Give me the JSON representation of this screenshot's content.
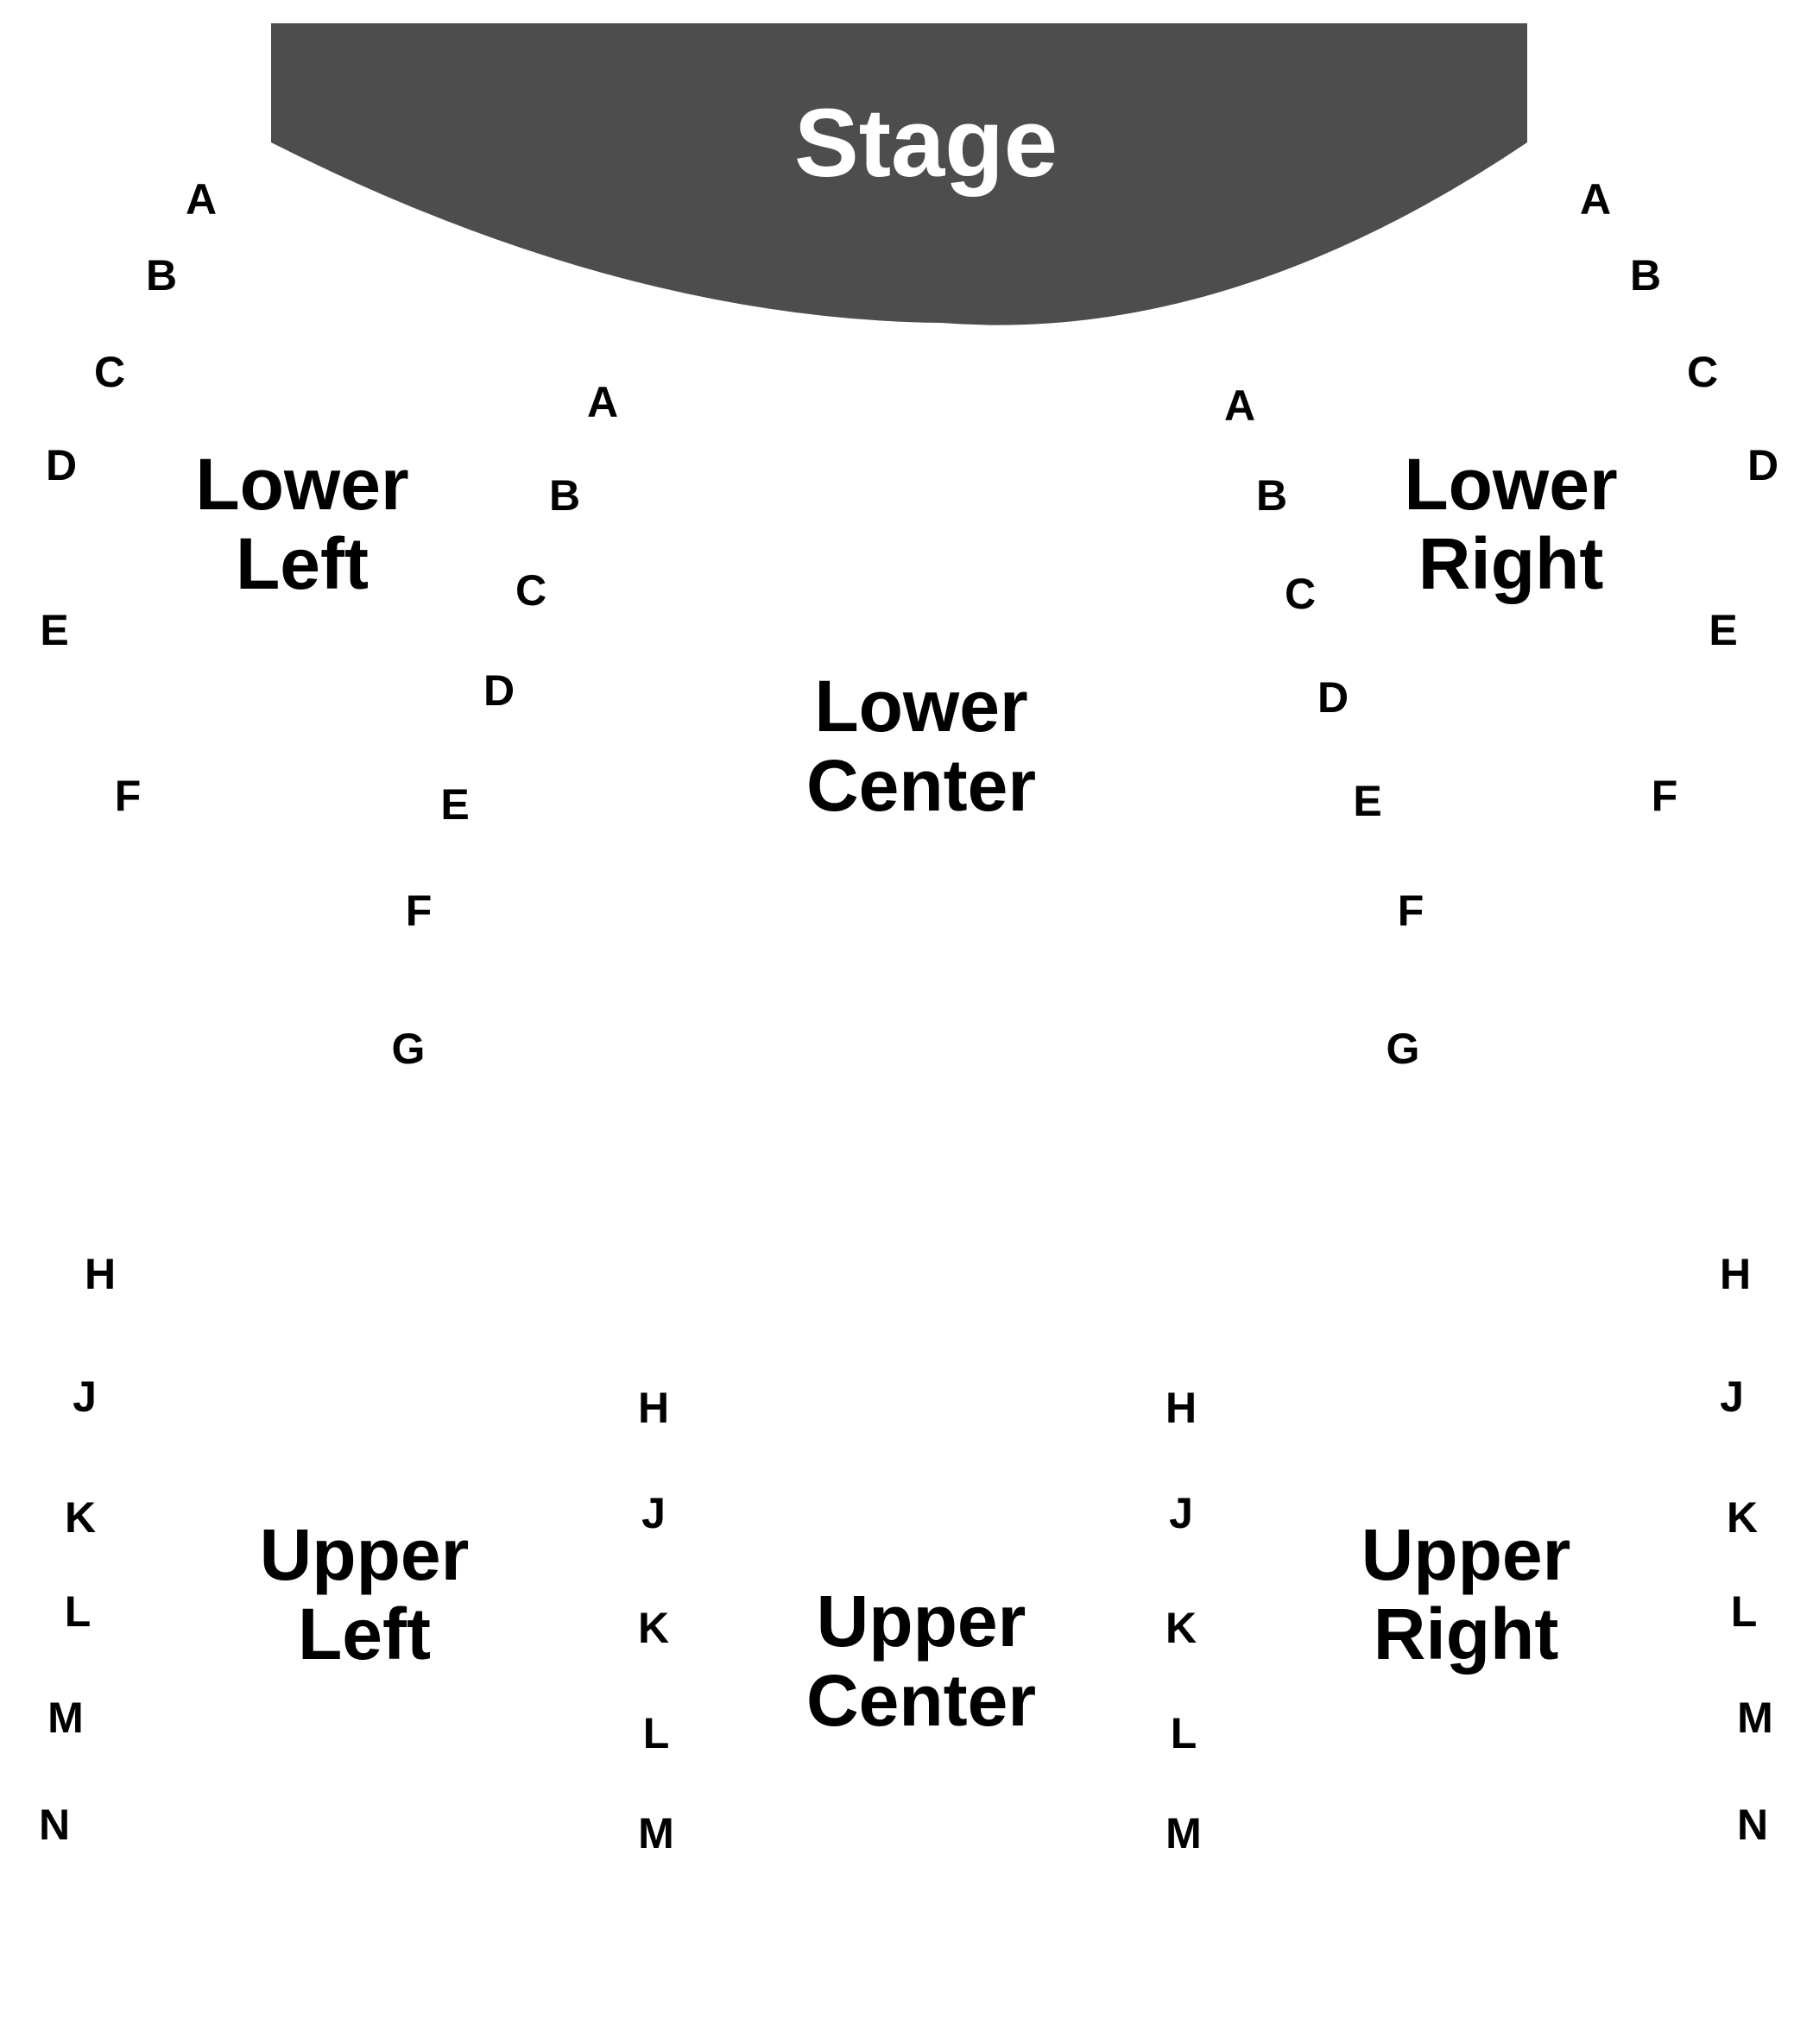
{
  "stage": {
    "label": "Stage",
    "color": "#4d4d4d"
  },
  "sections": {
    "lower_left": {
      "line1": "Lower",
      "line2": "Left"
    },
    "lower_right": {
      "line1": "Lower",
      "line2": "Right"
    },
    "lower_center": {
      "line1": "Lower",
      "line2": "Center"
    },
    "upper_left": {
      "line1": "Upper",
      "line2": "Left"
    },
    "upper_center": {
      "line1": "Upper",
      "line2": "Center"
    },
    "upper_right": {
      "line1": "Upper",
      "line2": "Right"
    }
  },
  "rows": {
    "lower_left_outer": [
      "A",
      "B",
      "C",
      "D",
      "E",
      "F"
    ],
    "lower_left_inner": [
      "A",
      "B",
      "C",
      "D",
      "E",
      "F",
      "G"
    ],
    "lower_right_inner": [
      "A",
      "B",
      "C",
      "D",
      "E",
      "F",
      "G"
    ],
    "lower_right_outer": [
      "A",
      "B",
      "C",
      "D",
      "E",
      "F"
    ],
    "upper_left_outer": [
      "H",
      "J",
      "K",
      "L",
      "M",
      "N"
    ],
    "upper_left_inner": [
      "H",
      "J",
      "K",
      "L",
      "M"
    ],
    "upper_right_inner": [
      "H",
      "J",
      "K",
      "L",
      "M"
    ],
    "upper_right_outer": [
      "H",
      "J",
      "K",
      "L",
      "M",
      "N"
    ]
  }
}
